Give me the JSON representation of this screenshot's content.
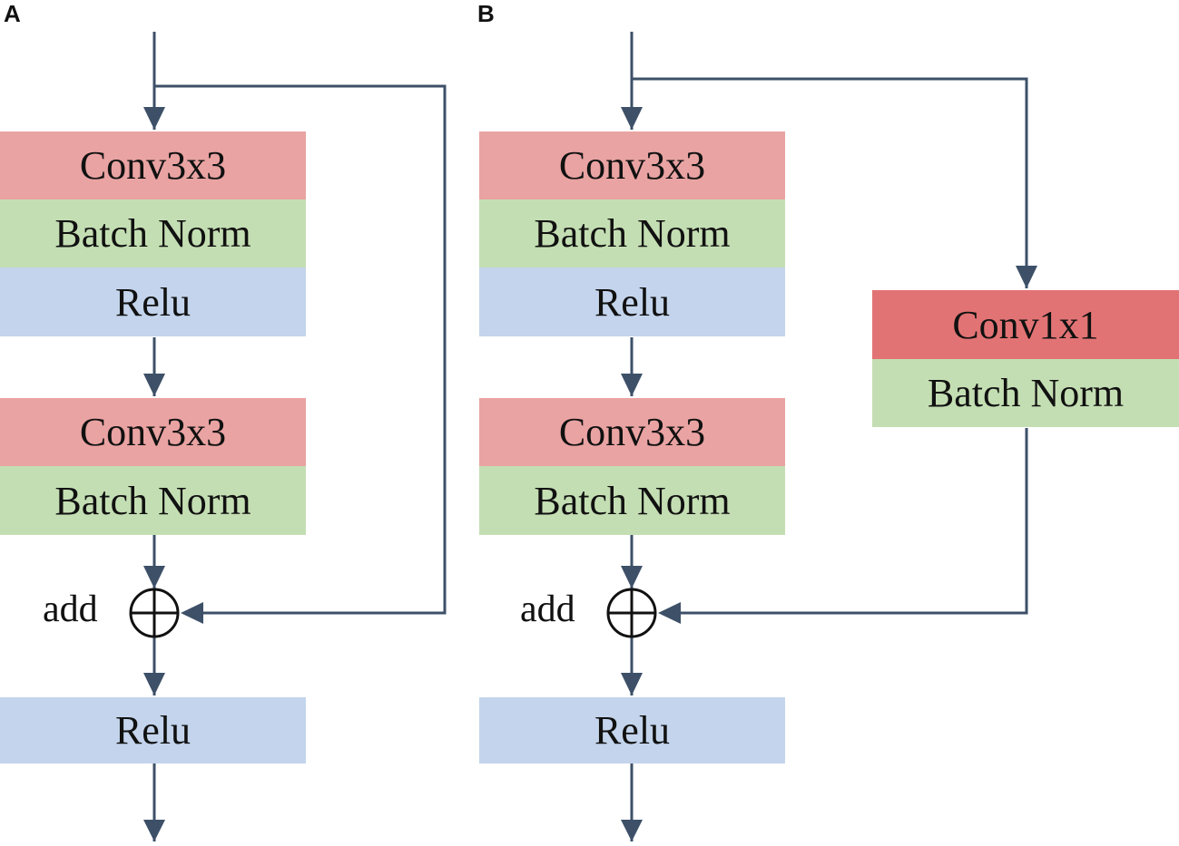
{
  "panels": [
    {
      "label": "A",
      "blocks": [
        "Conv3x3",
        "Batch Norm",
        "Relu",
        "Conv3x3",
        "Batch Norm"
      ],
      "add_label": "add",
      "final_block": "Relu"
    },
    {
      "label": "B",
      "blocks": [
        "Conv3x3",
        "Batch Norm",
        "Relu",
        "Conv3x3",
        "Batch Norm"
      ],
      "shortcut_blocks": [
        "Conv1x1",
        "Batch Norm"
      ],
      "add_label": "add",
      "final_block": "Relu"
    }
  ],
  "colors": {
    "conv": "#E9A3A2",
    "conv1x1": "#E27374",
    "batch_norm": "#C4DEB3",
    "relu": "#C3D4EC",
    "arrow": "#3D5068"
  }
}
